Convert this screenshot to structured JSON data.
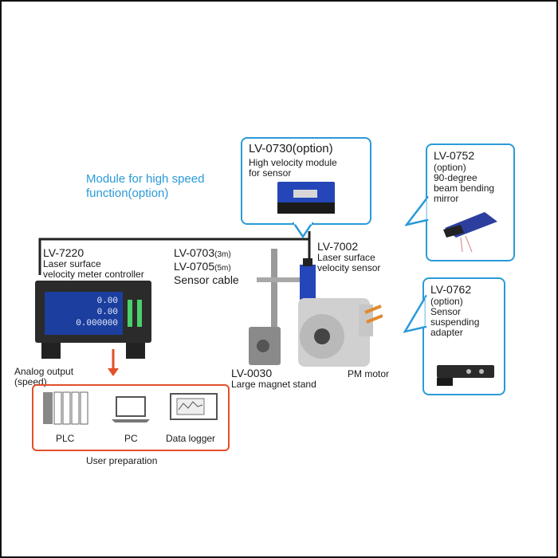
{
  "module_heading": [
    "Module for high speed",
    "function(option)"
  ],
  "controller": {
    "model": "LV-7220",
    "desc": [
      "Laser surface",
      "velocity meter controller"
    ],
    "screen_values": [
      "0.00",
      "0.00",
      "0.000000"
    ]
  },
  "cable": {
    "models": [
      "LV-0703",
      "LV-0705"
    ],
    "lengths": [
      "(3m)",
      "(5m)"
    ],
    "desc": "Sensor cable"
  },
  "sensor": {
    "model": "LV-7002",
    "desc": [
      "Laser surface",
      "velocity sensor"
    ]
  },
  "module_option": {
    "model": "LV-0730(option)",
    "desc": [
      "High velocity module",
      "for sensor"
    ]
  },
  "mirror_option": {
    "model": "LV-0752",
    "desc": [
      "(option)",
      "90-degree",
      "beam bending",
      "mirror"
    ]
  },
  "adapter_option": {
    "model": "LV-0762",
    "desc": [
      "(option)",
      "Sensor",
      "suspending",
      "adapter"
    ]
  },
  "stand": {
    "model": "LV-0030",
    "desc": "Large magnet stand"
  },
  "motor": {
    "desc": "PM motor"
  },
  "analog_output": [
    "Analog output",
    "(speed)"
  ],
  "user_devices": {
    "items": [
      "PLC",
      "PC",
      "Data logger"
    ],
    "caption": "User preparation"
  },
  "colors": {
    "callout_blue": "#2a9ad8",
    "arrow_red": "#e2502a",
    "user_box_red": "#e2502a"
  }
}
